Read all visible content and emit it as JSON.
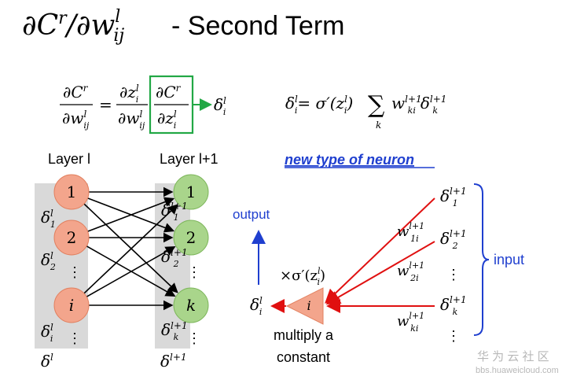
{
  "title": {
    "partial": "∂C",
    "sup_r": "r",
    "slash": "/∂w",
    "sup_l": "l",
    "sub_ij": "ij",
    "rest": " - Second Term"
  },
  "equation_left": {
    "lhs_num": "∂C",
    "lhs_num_sup": "r",
    "lhs_den": "∂w",
    "lhs_den_sup": "l",
    "lhs_den_sub": "ij",
    "eq": "=",
    "mid_num": "∂z",
    "mid_num_sup": "l",
    "mid_num_sub": "i",
    "mid_den": "∂w",
    "mid_den_sup": "l",
    "mid_den_sub": "ij",
    "box_num": "∂C",
    "box_num_sup": "r",
    "box_den": "∂z",
    "box_den_sup": "l",
    "box_den_sub": "i",
    "result": "δ",
    "result_sup": "l",
    "result_sub": "i"
  },
  "equation_right": {
    "lhs": "δ",
    "lhs_sup": "l",
    "lhs_sub": "i",
    "eq": "= σ′(z",
    "z_sup": "l",
    "z_sub": "i",
    "close": ")",
    "sum": "∑",
    "sum_sub": "k",
    "w": "w",
    "w_sup": "l+1",
    "w_sub": "ki",
    "d": "δ",
    "d_sup": "l+1",
    "d_sub": "k"
  },
  "labels": {
    "layer_l": "Layer l",
    "layer_l1": "Layer l+1",
    "new_neuron": "new type of neuron",
    "output": "output",
    "input": "input",
    "multiply_1": "multiply a",
    "multiply_2": "constant",
    "times_sigma": "×σ′(z",
    "times_sigma_sup": "l",
    "times_sigma_sub": "i",
    "times_close": ")"
  },
  "left_nodes": [
    "1",
    "2",
    "i"
  ],
  "right_nodes": [
    "1",
    "2",
    "k"
  ],
  "deltas_left": {
    "d1": {
      "b": "δ",
      "sup": "l",
      "sub": "1"
    },
    "d2": {
      "b": "δ",
      "sup": "l",
      "sub": "2"
    },
    "di": {
      "b": "δ",
      "sup": "l",
      "sub": "i"
    },
    "dall": {
      "b": "δ",
      "sup": "l"
    }
  },
  "deltas_right": {
    "d1": {
      "b": "δ",
      "sup": "l+1",
      "sub": "1"
    },
    "d2": {
      "b": "δ",
      "sup": "l+1",
      "sub": "2"
    },
    "dk": {
      "b": "δ",
      "sup": "l+1",
      "sub": "k"
    },
    "dall": {
      "b": "δ",
      "sup": "l+1"
    }
  },
  "neuron": {
    "label": "i",
    "out_delta": {
      "b": "δ",
      "sup": "l",
      "sub": "i"
    },
    "inputs": [
      {
        "b": "δ",
        "sup": "l+1",
        "sub": "1"
      },
      {
        "b": "δ",
        "sup": "l+1",
        "sub": "2"
      },
      {
        "b": "δ",
        "sup": "l+1",
        "sub": "k"
      }
    ],
    "weights": [
      {
        "b": "w",
        "sup": "l+1",
        "sub": "1i"
      },
      {
        "b": "w",
        "sup": "l+1",
        "sub": "2i"
      },
      {
        "b": "w",
        "sup": "l+1",
        "sub": "ki"
      }
    ]
  },
  "vdots": "⋮",
  "watermark": {
    "cn": "华 为 云 社 区",
    "url": "bbs.huaweicloud.com"
  },
  "colors": {
    "orange": "#f3a58c",
    "orange_stroke": "#e2805f",
    "green": "#a9d58b",
    "green_stroke": "#7db65b",
    "gray": "#d9d9d9",
    "box": "#22a845",
    "blue": "#1f3fcf",
    "red": "#e01010"
  }
}
